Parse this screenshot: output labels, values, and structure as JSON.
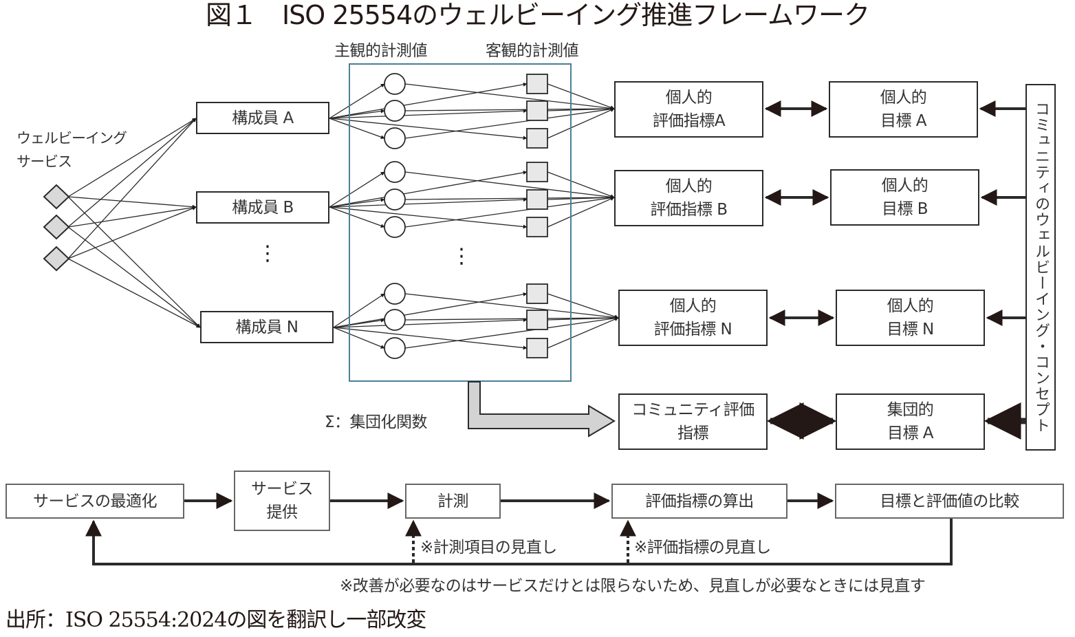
{
  "figure": {
    "title": "図１　ISO 25554のウェルビーイング推進フレームワーク",
    "column_labels": {
      "subjective": "主観的計測値",
      "objective": "客観的計測値"
    },
    "service_label_line1": "ウェルビーイング",
    "service_label_line2": "サービス",
    "ellipsis": "⋮",
    "members": [
      {
        "label": "構成員 A"
      },
      {
        "label": "構成員 B"
      },
      {
        "label": "構成員 N"
      }
    ],
    "indicators": [
      {
        "line1": "個人的",
        "line2": "評価指標A"
      },
      {
        "line1": "個人的",
        "line2": "評価指標 B"
      },
      {
        "line1": "個人的",
        "line2": "評価指標 N"
      }
    ],
    "community_indicator": {
      "line1": "コミュニティ評価",
      "line2": "指標"
    },
    "targets": [
      {
        "line1": "個人的",
        "line2": "目標 A"
      },
      {
        "line1": "個人的",
        "line2": "目標 B"
      },
      {
        "line1": "個人的",
        "line2": "目標 N"
      }
    ],
    "collective_target": {
      "line1": "集団的",
      "line2": "目標 A"
    },
    "concept": "コミュニティのウェルビーイング・コンセプト",
    "aggregation_label": "Σ：集団化関数"
  },
  "process": {
    "steps": [
      {
        "label": "サービスの最適化"
      },
      {
        "line1": "サービス",
        "line2": "提供"
      },
      {
        "label": "計測"
      },
      {
        "label": "評価指標の算出"
      },
      {
        "label": "目標と評価値の比較"
      }
    ],
    "review_measure": "※計測項目の見直し",
    "review_indicator": "※評価指標の見直し",
    "footnote": "※改善が必要なのはサービスだけとは限らないため、見直しが必要なときには見直す"
  },
  "source": "出所：ISO 25554:2024の図を翻訳し一部改変",
  "colors": {
    "line": "#2a2a2a",
    "node_fill": "#d9d9d9",
    "square_fill": "#e8e8e8",
    "measure_frame": "#4a7f95",
    "aggregation_arrow_fill": "#d3d3d3"
  }
}
